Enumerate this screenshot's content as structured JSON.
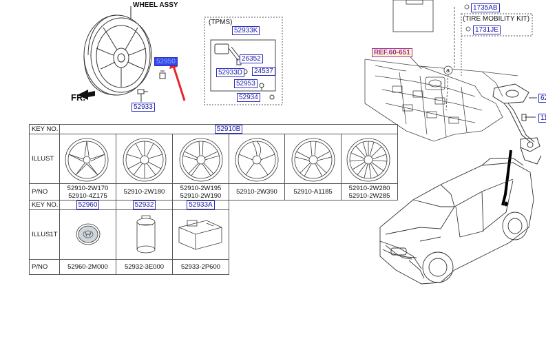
{
  "top": {
    "wheel_assy_label": "WHEEL ASSY",
    "fr_label": "FR.",
    "tag_52950": "52950",
    "tag_52933_nut": "52933",
    "tpms_title": "(TPMS)",
    "tpms_tags": [
      "52933K",
      "26352",
      "52933D",
      "24537",
      "52953",
      "52934"
    ],
    "ref_tag": "REF.60-651",
    "circle_a": "a",
    "tag_1735AB": "1735AB",
    "tire_mobility_kit": "(TIRE MOBILITY KIT)",
    "tag_1731JE": "1731JE",
    "cut_tag_1": "62",
    "cut_tag_2": "11"
  },
  "table1": {
    "key_no_label": "KEY NO.",
    "key_no": "52910B",
    "illust_label": "ILLUST",
    "pno_label": "P/NO",
    "wheels": [
      {
        "pn": [
          "52910-2W170",
          "52910-4Z175"
        ]
      },
      {
        "pn": [
          "52910-2W180"
        ]
      },
      {
        "pn": [
          "52910-2W195",
          "52910-2W190"
        ]
      },
      {
        "pn": [
          "52910-2W390"
        ]
      },
      {
        "pn": [
          "52910-A1185"
        ]
      },
      {
        "pn": [
          "52910-2W280",
          "52910-2W285"
        ]
      }
    ]
  },
  "table2": {
    "key_no_label": "KEY NO.",
    "illust_label": "ILLUS1T",
    "pno_label": "P/NO",
    "items": [
      {
        "key": "52960",
        "pn": "52960-2M000",
        "icon": "hubcap-icon"
      },
      {
        "key": "52932",
        "pn": "52932-3E000",
        "icon": "sealant-bottle-icon"
      },
      {
        "key": "52933A",
        "pn": "52933-2P600",
        "icon": "compressor-icon"
      }
    ]
  },
  "colors": {
    "tag_blue": "#1a1aa8",
    "selected_fill": "#3a46e8",
    "arrow_red": "#e8232a",
    "ref_magenta": "#9a2aa0"
  }
}
